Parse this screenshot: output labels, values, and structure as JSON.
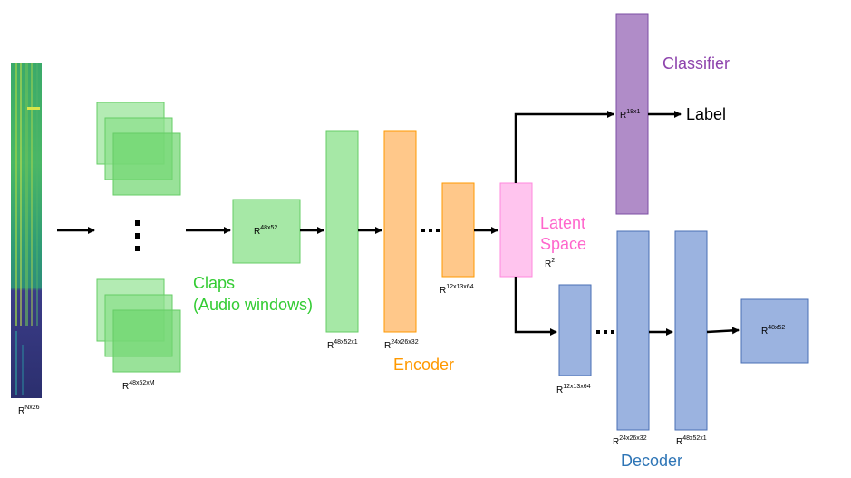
{
  "labels": {
    "spectrogram_dim": "N",
    "spectrogram_dim_sup": "Nx26",
    "claps_stack_dim_sup": "48x52xM",
    "claps_title_line1": "Claps",
    "claps_title_line2": "(Audio windows)",
    "input_dim_sup": "48x52",
    "enc1_dim_sup": "48x52x1",
    "enc2_dim_sup": "24x26x32",
    "enc3_dim_sup": "12x13x64",
    "encoder_title": "Encoder",
    "latent_title_line1": "Latent",
    "latent_title_line2": "Space",
    "latent_dim_sup": "2",
    "classifier_title": "Classifier",
    "classifier_dim_sup": "18x1",
    "label_out": "Label",
    "dec1_dim_sup": "12x13x64",
    "dec2_dim_sup": "24x26x32",
    "dec3_dim_sup": "48x52x1",
    "output_dim_sup": "48x52",
    "decoder_title": "Decoder",
    "R": "R",
    "ellipsis_dots": "⋅⋅⋅"
  },
  "colors": {
    "green_fill": "#a6e8a6",
    "green_stroke": "#66cc66",
    "orange_fill": "#ffc88a",
    "orange_stroke": "#ff9900",
    "purple_fill": "#b08cc8",
    "purple_stroke": "#7b4ea3",
    "pink_fill": "#ffc4ee",
    "pink_stroke": "#ff88dd",
    "blue_fill": "#9bb3e0",
    "blue_stroke": "#4a6fb5"
  }
}
